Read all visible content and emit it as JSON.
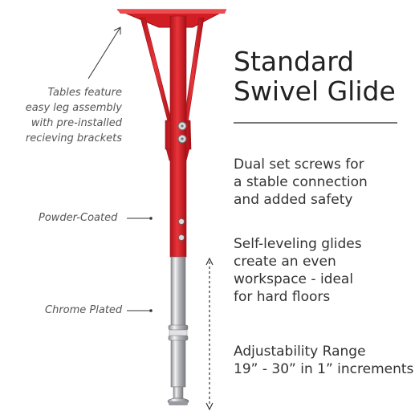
{
  "product": {
    "title_line1": "Standard",
    "title_line2": "Swivel Glide"
  },
  "notes": {
    "assembly_line1": "Tables feature",
    "assembly_line2": "easy leg assembly",
    "assembly_line3": "with pre-installed",
    "assembly_line4": "recieving brackets",
    "powder": "Powder-Coated",
    "chrome": "Chrome Plated"
  },
  "features": {
    "screws_line1": "Dual set screws for",
    "screws_line2": "a stable connection",
    "screws_line3": "and added safety",
    "glides_line1": "Self-leveling glides",
    "glides_line2": "create an even",
    "glides_line3": "workspace - ideal",
    "glides_line4": "for hard floors",
    "range_line1": "Adjustability Range",
    "range_line2": "19” - 30” in 1” increments"
  },
  "colors": {
    "leg_red": "#d61f26",
    "chrome": "#c9c9cc",
    "text": "#333333"
  }
}
